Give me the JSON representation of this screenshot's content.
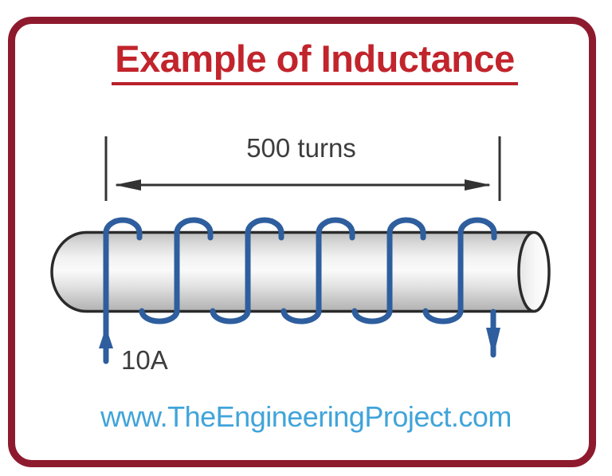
{
  "frame": {
    "border_color": "#8E1A2E"
  },
  "title": {
    "text": "Example of Inductance",
    "color": "#C2242C"
  },
  "diagram": {
    "turns_label": "500 turns",
    "current_label": "10A",
    "coil_color": "#2E5E9E",
    "dimension_color": "#333333",
    "label_color": "#3D3D3D",
    "cylinder_outline_color": "#2B2B2B"
  },
  "footer": {
    "website_text": "www.TheEngineeringProject.com",
    "color": "#41A4DA"
  }
}
